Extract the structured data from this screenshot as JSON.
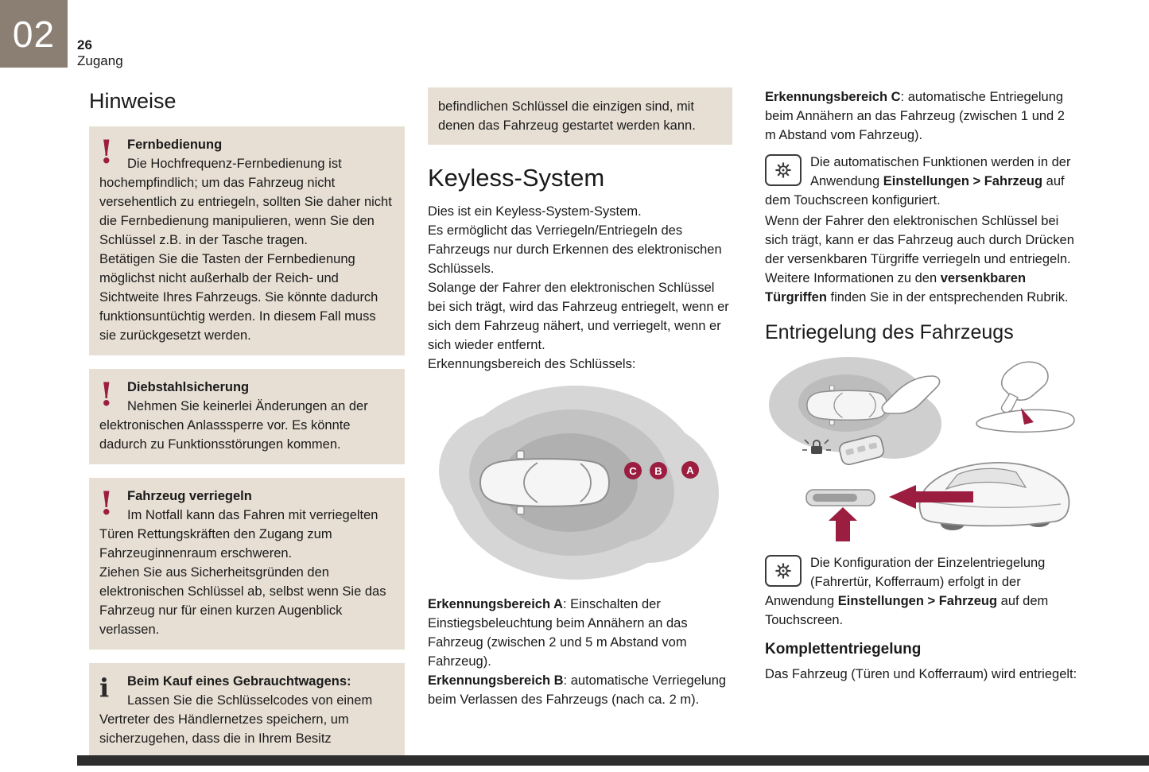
{
  "header": {
    "chapter_number": "02",
    "page_number": "26",
    "chapter_title": "Zugang"
  },
  "left": {
    "heading": "Hinweise",
    "warnings": [
      {
        "title": "Fernbedienung",
        "body": "Die Hochfrequenz-Fernbedienung ist hochempfindlich; um das Fahrzeug nicht versehentlich zu entriegeln, sollten Sie daher nicht die Fernbedienung manipulieren, wenn Sie den Schlüssel z.B. in der Tasche tragen.\nBetätigen Sie die Tasten der Fernbedienung möglichst nicht außerhalb der Reich- und Sichtweite Ihres Fahrzeugs. Sie könnte dadurch funktionsuntüchtig werden. In diesem Fall muss sie zurückgesetzt werden."
      },
      {
        "title": "Diebstahlsicherung",
        "body": "Nehmen Sie keinerlei Änderungen an der elektronischen Anlasssperre vor. Es könnte dadurch zu Funktionsstörungen kommen."
      },
      {
        "title": "Fahrzeug verriegeln",
        "body": "Im Notfall kann das Fahren mit verriegelten Türen Rettungskräften den Zugang zum Fahrzeuginnenraum erschweren.\nZiehen Sie aus Sicherheitsgründen den elektronischen Schlüssel ab, selbst wenn Sie das Fahrzeug nur für einen kurzen Augenblick verlassen."
      }
    ],
    "info_note": {
      "title": "Beim Kauf eines Gebrauchtwagens:",
      "body": "Lassen Sie die Schlüsselcodes von einem Vertreter des Händlernetzes speichern, um sicherzugehen, dass die in Ihrem Besitz"
    }
  },
  "middle": {
    "continuation": "befindlichen Schlüssel die einzigen sind, mit denen das Fahrzeug gestartet werden kann.",
    "heading": "Keyless-System",
    "paragraphs": [
      "Dies ist ein Keyless-System-System.",
      "Es ermöglicht das Verriegeln/Entriegeln des Fahrzeugs nur durch Erkennen des elektronischen Schlüssels.",
      "Solange der Fahrer den elektronischen Schlüssel bei sich trägt, wird das Fahrzeug entriegelt, wenn er sich dem Fahrzeug nähert, und verriegelt, wenn er sich wieder entfernt.",
      "Erkennungsbereich des Schlüssels:"
    ],
    "badges": [
      "C",
      "B",
      "A"
    ],
    "zone_a": {
      "label": "Erkennungsbereich A",
      "text": ": Einschalten der Einstiegsbeleuchtung beim Annähern an das Fahrzeug (zwischen 2 und 5 m Abstand vom Fahrzeug)."
    },
    "zone_b": {
      "label": "Erkennungsbereich B",
      "text": ": automatische Verriegelung beim Verlassen des Fahrzeugs (nach ca. 2 m)."
    }
  },
  "right": {
    "zone_c": {
      "label": "Erkennungsbereich C",
      "text": ": automatische Entriegelung beim Annähern an das Fahrzeug (zwischen 1 und 2 m Abstand vom Fahrzeug)."
    },
    "settings_note_1": {
      "pre": "Die automatischen Funktionen werden in der Anwendung ",
      "bold": "Einstellungen > Fahrzeug",
      "post": " auf dem Touchscreen konfiguriert."
    },
    "handles_paragraph": {
      "pre": "Wenn der Fahrer den elektronischen Schlüssel bei sich trägt, kann er das Fahrzeug auch durch Drücken der versenkbaren Türgriffe verriegeln und entriegeln.\nWeitere Informationen zu den ",
      "bold": "versenkbaren Türgriffen",
      "post": " finden Sie in der entsprechenden Rubrik."
    },
    "heading": "Entriegelung des Fahrzeugs",
    "settings_note_2": {
      "pre": "Die Konfiguration der Einzelentriegelung (Fahrertür, Kofferraum) erfolgt in der Anwendung ",
      "bold": "Einstellungen > Fahrzeug",
      "post": " auf dem Touchscreen."
    },
    "subheading": "Komplettentriegelung",
    "closing": "Das Fahrzeug (Türen und Kofferraum) wird entriegelt:"
  },
  "colors": {
    "accent": "#9b1e41",
    "note_bg": "#e7dfd4",
    "corner_bg": "#8b7f73",
    "footer_bg": "#2d2d2d"
  }
}
